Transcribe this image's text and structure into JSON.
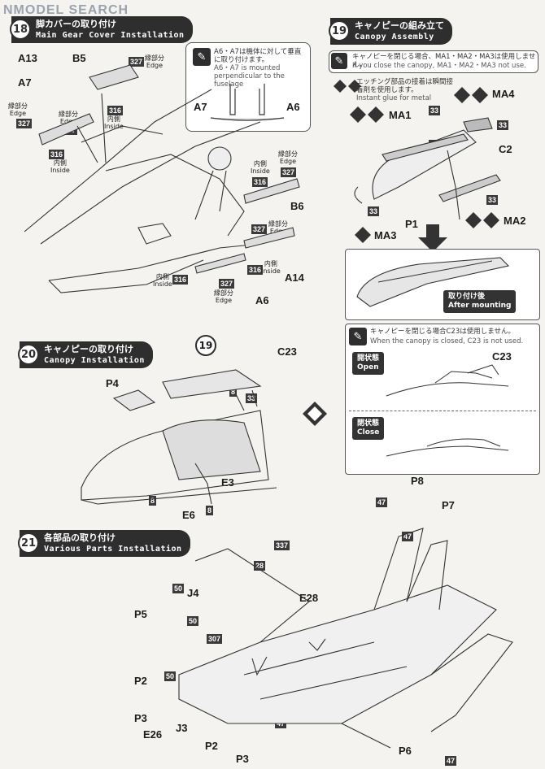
{
  "watermark": "NMODEL SEARCH",
  "steps": {
    "s18": {
      "num": "18",
      "jp": "脚カバーの取り付け",
      "en": "Main Gear Cover Installation"
    },
    "s19": {
      "num": "19",
      "jp": "キャノピーの組み立て",
      "en": "Canopy Assembly"
    },
    "s20": {
      "num": "20",
      "jp": "キャノピーの取り付け",
      "en": "Canopy Installation"
    },
    "s21": {
      "num": "21",
      "jp": "各部品の取り付け",
      "en": "Various Parts Installation"
    }
  },
  "notes": {
    "a6a7_jp": "A6・A7は機体に対して垂直に取り付けます。",
    "a6a7_en": "A6・A7 is mounted perpendicular to the fuselage",
    "canopy_closed_jp": "キャノピーを閉じる場合、MA1・MA2・MA3は使用しません。",
    "canopy_closed_en": "If you close the canopy, MA1・MA2・MA3 not use.",
    "etching_jp": "エッチング部品の接着は瞬間接着剤を使用します。",
    "etching_en": "Instant glue for metal",
    "c23_jp": "キャノピーを閉じる場合C23は使用しません。",
    "c23_en": "When the canopy is closed, C23 is not used.",
    "after_mounting_jp": "取り付け後",
    "after_mounting_en": "After mounting",
    "open_jp": "開状態",
    "open_en": "Open",
    "close_jp": "閉状態",
    "close_en": "Close"
  },
  "words": {
    "edge_jp": "縁部分",
    "edge_en": "Edge",
    "inside_jp": "内側",
    "inside_en": "Inside"
  },
  "parts": {
    "s18": [
      "A13",
      "B5",
      "A7",
      "A7",
      "A6",
      "B6",
      "A14",
      "A6"
    ],
    "s19": [
      "MA1",
      "MA4",
      "C2",
      "P1",
      "MA2",
      "MA3"
    ],
    "s20": [
      "P4",
      "C23",
      "E3",
      "E6",
      "C23"
    ],
    "s21": [
      "P8",
      "P7",
      "J4",
      "P5",
      "E28",
      "P2",
      "P3",
      "E26",
      "J3",
      "P2",
      "P3",
      "P6"
    ]
  },
  "paints": {
    "c327": "327",
    "c316": "316",
    "c33": "33",
    "c8": "8",
    "c47": "47",
    "c50": "50",
    "c28": "28",
    "c337": "337",
    "c307": "307"
  }
}
